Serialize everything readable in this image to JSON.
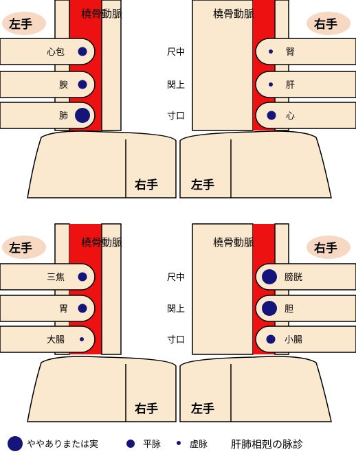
{
  "colors": {
    "skin": "#fbe9cf",
    "artery": "#ee1111",
    "outline": "#000000",
    "pulse": "#14147a",
    "hand_label_bg": "#f6d8c3"
  },
  "panels": [
    {
      "artery_left": "橈骨動脈",
      "artery_right": "橈骨動脈",
      "hand_left": "左手",
      "hand_right": "右手",
      "bottom_left": "右手",
      "bottom_right": "左手",
      "positions": [
        "尺中",
        "関上",
        "寸口"
      ],
      "left_fingers": [
        {
          "label": "心包",
          "pulse": "medium"
        },
        {
          "label": "腴",
          "pulse": "medium"
        },
        {
          "label": "肺",
          "pulse": "large"
        }
      ],
      "right_fingers": [
        {
          "label": "腎",
          "pulse": "small"
        },
        {
          "label": "肝",
          "pulse": "small"
        },
        {
          "label": "心",
          "pulse": "medium"
        }
      ]
    },
    {
      "artery_left": "橈骨動脈",
      "artery_right": "橈骨動脈",
      "hand_left": "左手",
      "hand_right": "右手",
      "bottom_left": "右手",
      "bottom_right": "左手",
      "positions": [
        "尺中",
        "関上",
        "寸口"
      ],
      "left_fingers": [
        {
          "label": "三焦",
          "pulse": "medium"
        },
        {
          "label": "胃",
          "pulse": "medium"
        },
        {
          "label": "大腸",
          "pulse": "small"
        }
      ],
      "right_fingers": [
        {
          "label": "膀胱",
          "pulse": "large"
        },
        {
          "label": "胆",
          "pulse": "large"
        },
        {
          "label": "小腸",
          "pulse": "medium"
        }
      ]
    }
  ],
  "legend": {
    "large_label": "ややありまたは実",
    "medium_label": "平脉",
    "small_label": "虚脉",
    "title": "肝肺相剋の脉診"
  }
}
